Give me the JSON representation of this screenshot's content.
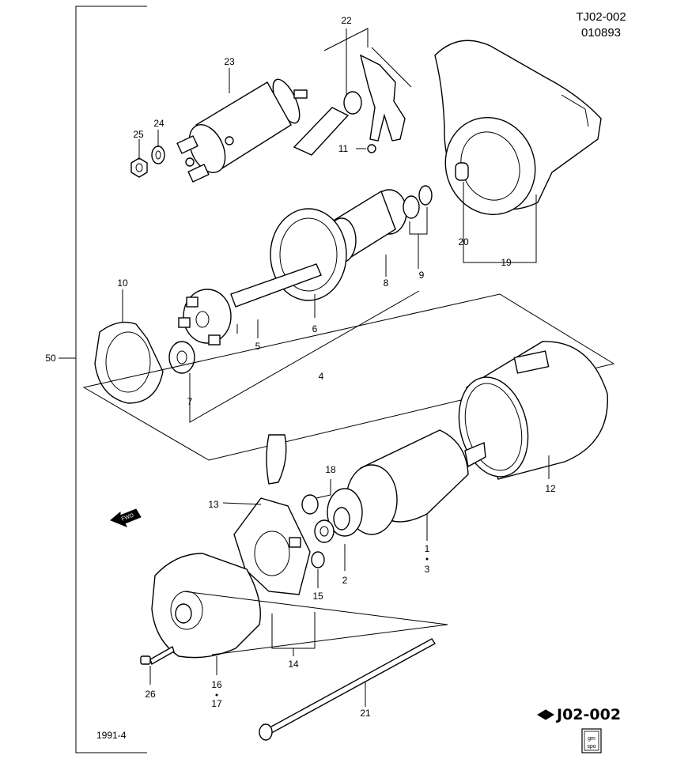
{
  "header": {
    "diagram_id": "TJ02-002",
    "date_code": "010893"
  },
  "footer": {
    "date": "1991-4",
    "catalog_code": "J02-002",
    "badge_top": "gm",
    "badge_bottom": "spo"
  },
  "fwd_label": "FWD",
  "callouts": {
    "c1": "1",
    "c2": "2",
    "c3": "3",
    "c4": "4",
    "c5": "5",
    "c6": "6",
    "c7": "7",
    "c8": "8",
    "c9": "9",
    "c10": "10",
    "c11": "11",
    "c12": "12",
    "c13": "13",
    "c14": "14",
    "c15": "15",
    "c16": "16",
    "c17": "17",
    "c18": "18",
    "c19": "19",
    "c20": "20",
    "c21": "21",
    "c22": "22",
    "c23": "23",
    "c24": "24",
    "c25": "25",
    "c26": "26",
    "c50": "50"
  }
}
